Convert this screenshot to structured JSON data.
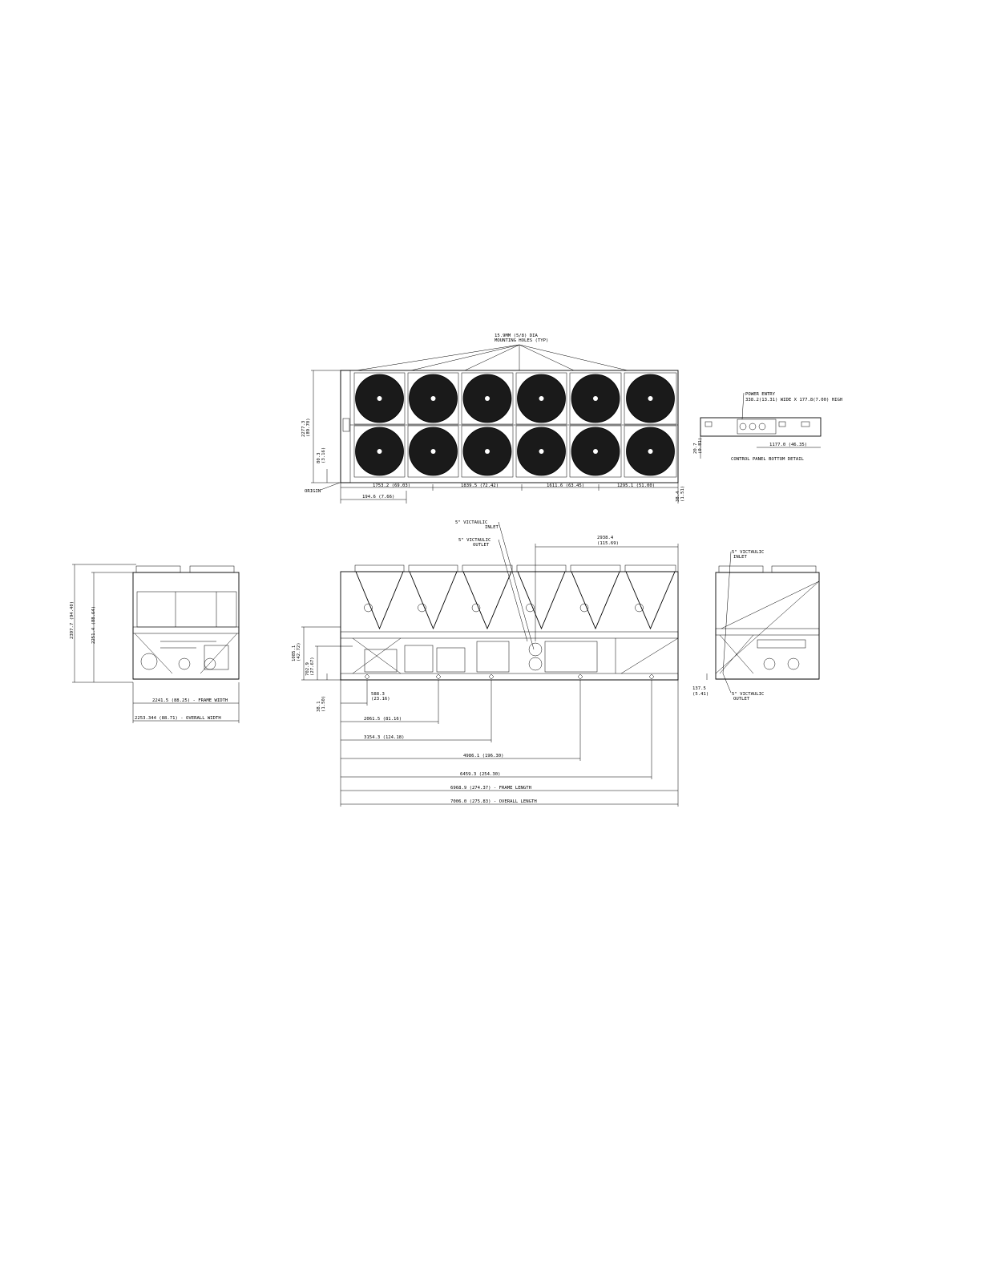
{
  "top_view": {
    "mounting_note": [
      "15.9MM (5/8) DIA",
      "MOUNTING HOLES (TYP)"
    ],
    "origin": "ORIGIN",
    "dim_height": [
      "2277.3",
      "(89.70)"
    ],
    "dim_small": [
      "80.3",
      "(3.16)"
    ],
    "dim_bottom": [
      "1753.2 (69.03)",
      "1839.5 (72.42)",
      "1611.6 (63.45)",
      "1295.1 (51.00)"
    ],
    "dim_offset": "194.6 (7.66)",
    "dim_right": [
      "38.4",
      "(1.51)"
    ]
  },
  "control_panel": {
    "power_entry": [
      "POWER ENTRY",
      "338.2(13.31) WIDE X 177.8(7.00) HIGH"
    ],
    "dim_width": "1177.0 (46.35)",
    "dim_height": [
      "20.7",
      "(0.81)"
    ],
    "caption": "CONTROL PANEL BOTTOM DETAIL"
  },
  "left_view": {
    "dim_overall_height": "2397.7 (94.40)",
    "dim_height": "2251.4 (88.64)",
    "dim_frame_width": "2241.5 (88.25) - FRAME WIDTH",
    "dim_overall_width": "2253.344 (88.71) - OVERALL WIDTH"
  },
  "front_view": {
    "inlet": [
      "5\" VICTAULIC",
      "INLET"
    ],
    "outlet": [
      "5\" VICTAULIC",
      "OUTLET"
    ],
    "dim_top": [
      "2938.4",
      "(115.69)"
    ],
    "dim_h1": [
      "1085.1",
      "(42.72)"
    ],
    "dim_h2": [
      "702.9",
      "(27.67)"
    ],
    "dim_h3": [
      "38.1",
      "(1.50)"
    ],
    "dims_bottom": [
      "588.3",
      "(23.16)",
      "2061.5 (81.16)",
      "3154.3 (124.18)",
      "4986.1 (196.30)",
      "6459.3 (254.30)",
      "6968.9 (274.37) - FRAME LENGTH",
      "7006.0 (275.83) - OVERALL LENGTH"
    ]
  },
  "right_view": {
    "inlet": [
      "5\" VICTAULIC",
      "INLET"
    ],
    "outlet": [
      "5\" VICTAULIC",
      "OUTLET"
    ],
    "dim_base": [
      "137.5",
      "(5.41)"
    ]
  }
}
